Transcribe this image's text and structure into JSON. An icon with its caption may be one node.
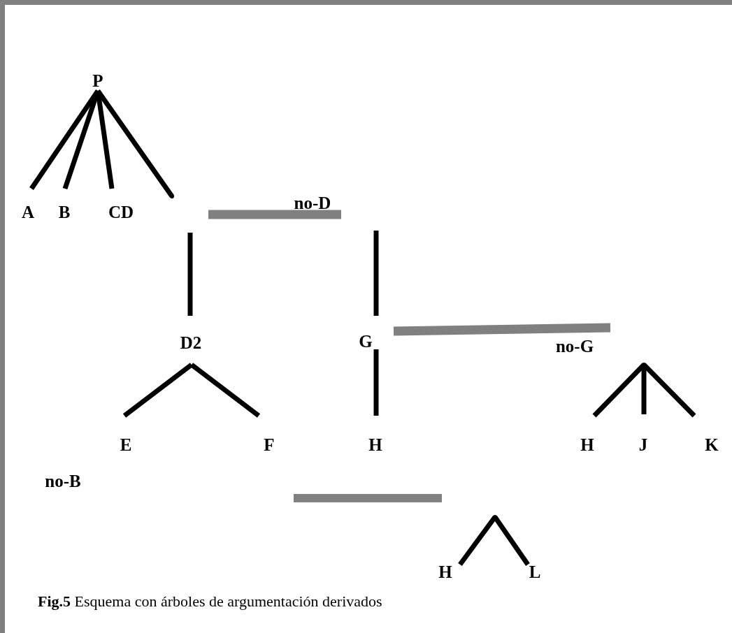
{
  "diagram": {
    "caption": "**Fig.5** Esquema con árboles de argumentación derivados",
    "nodes": [
      {
        "text": [
          "P"
        ]
      },
      {
        "text": [
          "A"
        ]
      },
      {
        "text": [
          "B"
        ]
      },
      {
        "text": [
          "CD"
        ]
      },
      {
        "text": [],
        "shape": "point"
      },
      {
        "text": [
          "no-D"
        ]
      },
      {
        "text": [
          "D2"
        ]
      },
      {
        "text": [
          "G"
        ]
      },
      {
        "text": [
          "no-G"
        ]
      },
      {
        "text": [
          "E"
        ]
      },
      {
        "text": [
          "F"
        ]
      },
      {
        "text": [
          "H"
        ]
      },
      {
        "text": [
          "H"
        ]
      },
      {
        "text": [
          "J"
        ]
      },
      {
        "text": [
          "K"
        ]
      },
      {
        "text": [
          "no-B"
        ]
      },
      {
        "text": [],
        "shape": "point"
      },
      {
        "text": [
          "H"
        ]
      },
      {
        "text": [
          "L"
        ]
      },
      {
        "text": [],
        "shape": "point"
      }
    ],
    "edges": [
      {
        "from": 0,
        "to": 1,
        "arrow": "none"
      },
      {
        "from": 0,
        "to": 2,
        "arrow": "none"
      },
      {
        "from": 0,
        "to": 3,
        "arrow": "none"
      },
      {
        "from": 0,
        "to": 4,
        "arrow": "none"
      },
      {
        "from": 4,
        "to": 5,
        "arrow": "none",
        "style": "thick",
        "color": "#808080"
      },
      {
        "from": 4,
        "to": 6,
        "arrow": "none"
      },
      {
        "from": 5,
        "to": 7,
        "arrow": "none"
      },
      {
        "from": 7,
        "to": 8,
        "arrow": "none",
        "style": "thick",
        "color": "#808080"
      },
      {
        "from": 6,
        "to": 9,
        "arrow": "none"
      },
      {
        "from": 6,
        "to": 10,
        "arrow": "none"
      },
      {
        "from": 7,
        "to": 11,
        "arrow": "none"
      },
      {
        "from": 19,
        "to": 12,
        "arrow": "none"
      },
      {
        "from": 19,
        "to": 13,
        "arrow": "none"
      },
      {
        "from": 19,
        "to": 14,
        "arrow": "none"
      },
      {
        "from": 16,
        "to": 17,
        "arrow": "none"
      },
      {
        "from": 16,
        "to": 18,
        "arrow": "none"
      }
    ]
  }
}
